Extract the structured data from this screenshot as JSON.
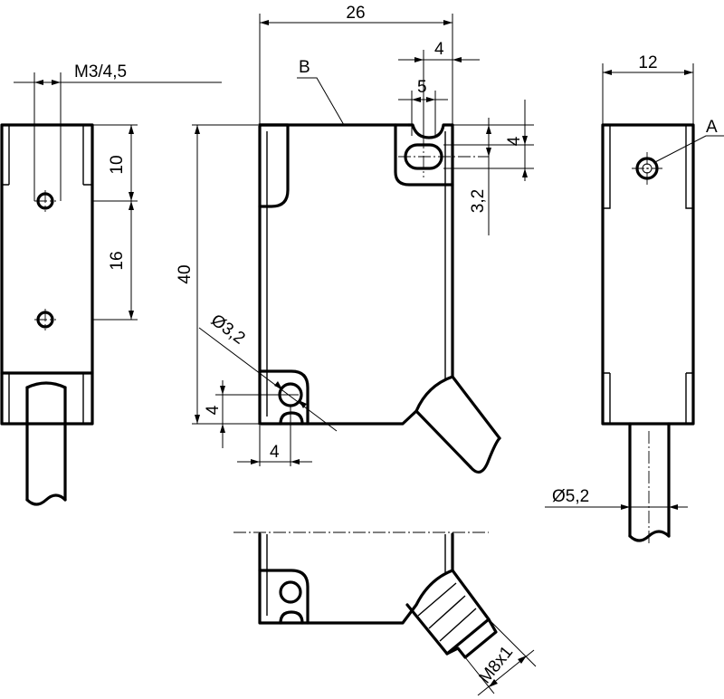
{
  "drawing": {
    "dimensions": {
      "width_26": "26",
      "slot_width_4": "4",
      "slot_5": "5",
      "slot_height_4": "4",
      "slot_offset_3_2": "3,2",
      "height_40": "40",
      "hole_dia": "Ø3,2",
      "hole_offset_v": "4",
      "hole_offset_h": "4",
      "side_thread": "M3/4,5",
      "side_10": "10",
      "side_16": "16",
      "depth_12": "12",
      "cable_dia": "Ø5,2",
      "connector": "M8x1"
    },
    "labels": {
      "b": "B",
      "a": "A"
    }
  }
}
